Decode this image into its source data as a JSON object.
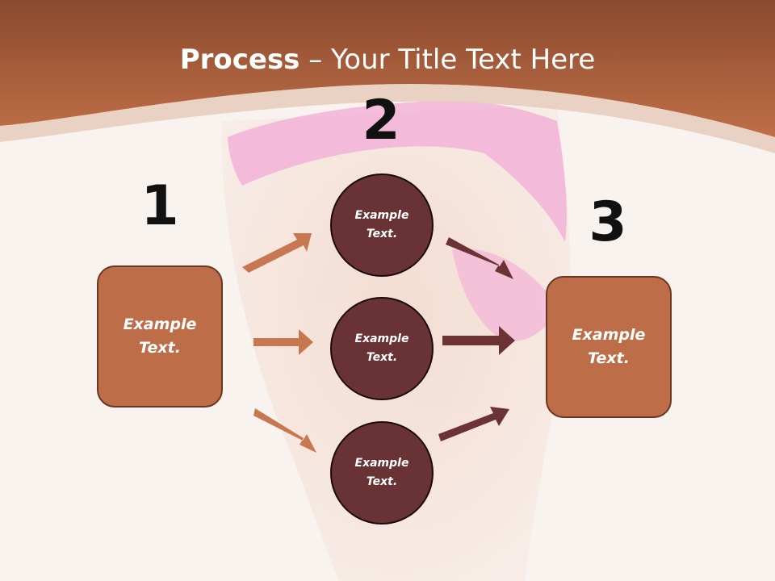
{
  "title": {
    "bold": "Process",
    "rest": " – Your Title Text Here"
  },
  "colors": {
    "header": "#b5653f",
    "box": "#bd6d47",
    "circle": "#693234",
    "arrow_light": "#c77850",
    "arrow_dark": "#6b3333"
  },
  "steps": [
    {
      "number": "1",
      "line1": "Example",
      "line2": "Text."
    },
    {
      "number": "2"
    },
    {
      "number": "3",
      "line1": "Example",
      "line2": "Text."
    }
  ],
  "circles": [
    {
      "line1": "Example",
      "line2": "Text."
    },
    {
      "line1": "Example",
      "line2": "Text."
    },
    {
      "line1": "Example",
      "line2": "Text."
    }
  ]
}
